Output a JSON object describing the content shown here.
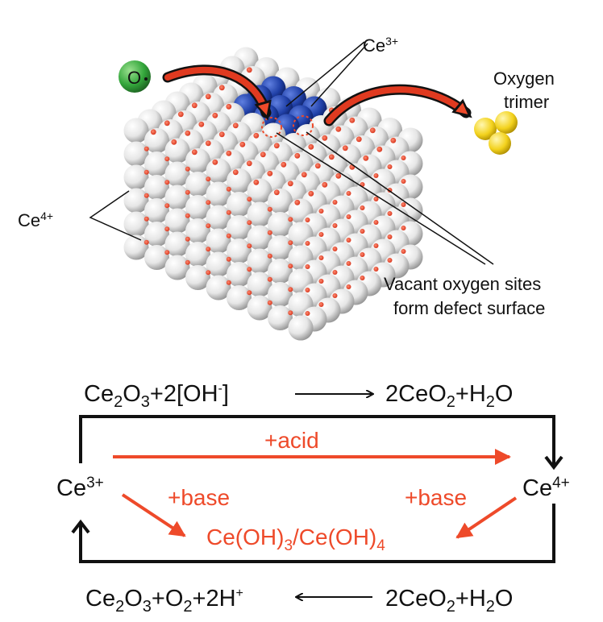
{
  "colors": {
    "black": "#111111",
    "red": "#ee4a2a",
    "ceria_sphere": "#f2f2f2",
    "oxygen_dot": "#e8432a",
    "defect_blue": "#1f3fa6",
    "oxygen_atom_green": "#33a63b",
    "trimer_yellow": "#f3d21d"
  },
  "crystal": {
    "labels": {
      "o_atom": "O",
      "ce3": "Ce",
      "ce3_sup": "3+",
      "oxygen_trimer_line1": "Oxygen",
      "oxygen_trimer_line2": "trimer",
      "ce4": "Ce",
      "ce4_sup": "4+",
      "vacant_line1": "Vacant oxygen sites",
      "vacant_line2": "form defect surface"
    }
  },
  "cycle": {
    "top_eq": {
      "lhs": [
        "Ce",
        "2",
        "O",
        "3",
        "+2[OH",
        "-",
        "]"
      ],
      "rhs": [
        "2CeO",
        "2",
        "+H",
        "2",
        "O"
      ]
    },
    "bottom_eq": {
      "rhs": [
        "Ce",
        "2",
        "O",
        "3",
        "+O",
        "2",
        "+2H",
        "+"
      ],
      "lhs": [
        "2CeO",
        "2",
        "+H",
        "2",
        "O"
      ]
    },
    "left_node": {
      "main": "Ce",
      "sup": "3+"
    },
    "right_node": {
      "main": "Ce",
      "sup": "4+"
    },
    "acid": "+acid",
    "base_left": "+base",
    "base_right": "+base",
    "product": [
      "Ce(OH)",
      "3",
      "/Ce(OH)",
      "4"
    ]
  }
}
